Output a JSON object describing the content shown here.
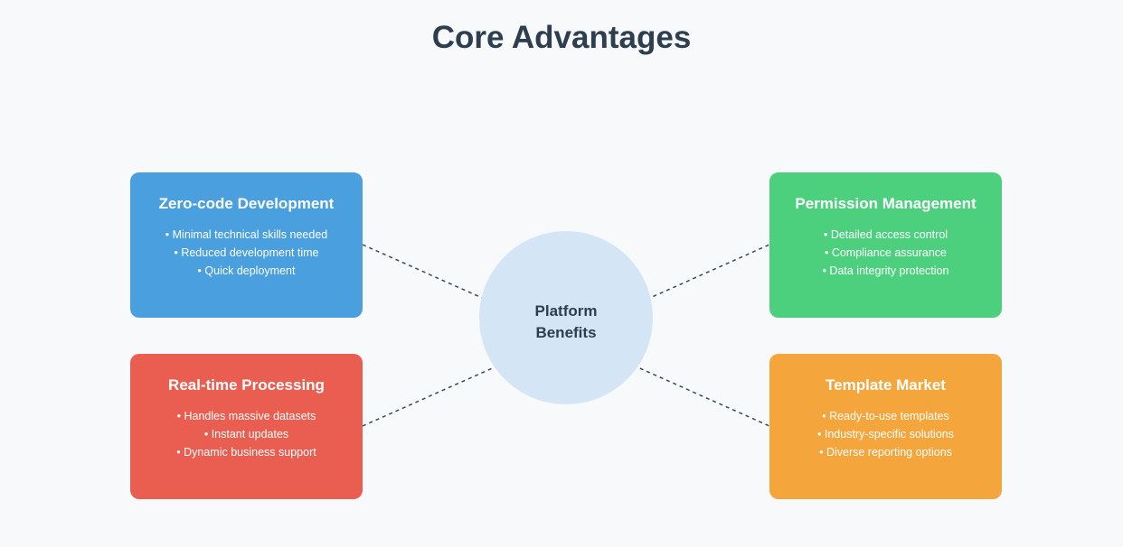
{
  "title": "Core Advantages",
  "hub": {
    "label": "Platform\nBenefits",
    "color": "#d4e6f5"
  },
  "cards": [
    {
      "title": "Zero-code Development",
      "color": "#4a9fdf",
      "items": [
        "Minimal technical skills needed",
        "Reduced development time",
        "Quick deployment"
      ]
    },
    {
      "title": "Permission Management",
      "color": "#4cd07e",
      "items": [
        "Detailed access control",
        "Compliance assurance",
        "Data integrity protection"
      ]
    },
    {
      "title": "Real-time Processing",
      "color": "#e95e50",
      "items": [
        "Handles massive datasets",
        "Instant updates",
        "Dynamic business support"
      ]
    },
    {
      "title": "Template Market",
      "color": "#f4a53b",
      "items": [
        "Ready-to-use templates",
        "Industry-specific solutions",
        "Diverse reporting options"
      ]
    }
  ]
}
